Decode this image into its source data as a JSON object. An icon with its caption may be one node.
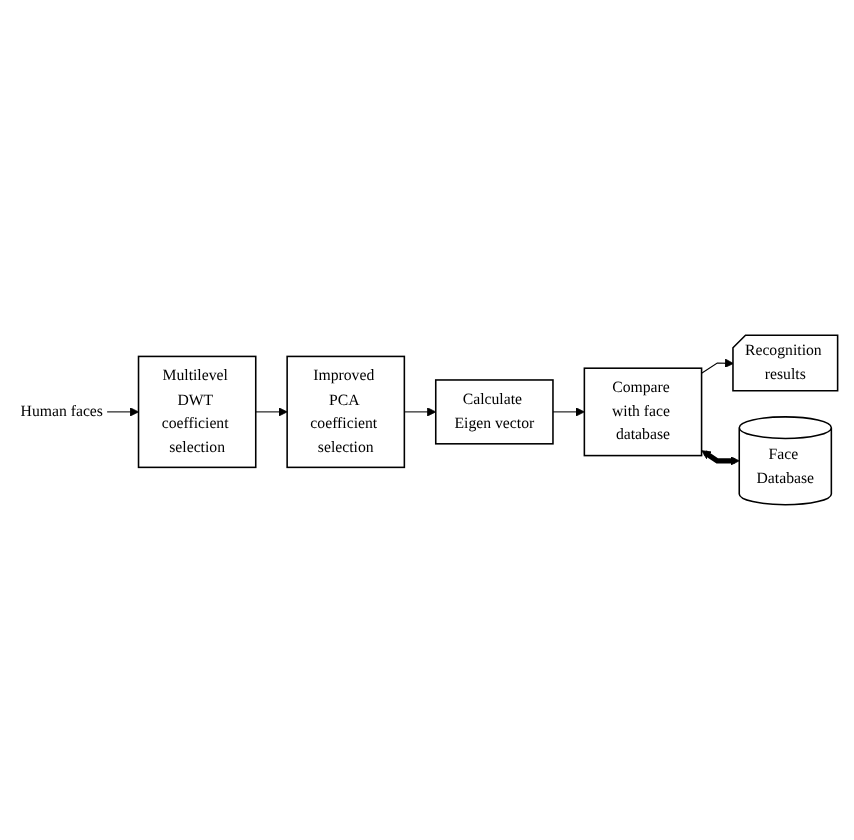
{
  "diagram": {
    "nodes": [
      {
        "text": [
          "Human faces"
        ]
      },
      {
        "text": [
          "Multilevel DWT coefficient selection"
        ]
      },
      {
        "text": [
          "Improved PCA coefficient selection"
        ]
      },
      {
        "text": [
          "Calculate Eigen vector"
        ]
      },
      {
        "text": [
          "Compare with face database"
        ]
      },
      {
        "text": [
          "Recognition results"
        ]
      },
      {
        "text": [
          "Face Database"
        ]
      }
    ],
    "edges": [
      {
        "from": 0,
        "to": 1,
        "arrow": "to"
      },
      {
        "from": 1,
        "to": 2,
        "arrow": "to"
      },
      {
        "from": 2,
        "to": 3,
        "arrow": "to"
      },
      {
        "from": 3,
        "to": 4,
        "arrow": "to"
      },
      {
        "from": 4,
        "to": 5,
        "arrow": "to"
      },
      {
        "from": 4,
        "to": 6,
        "arrow": "both",
        "style": "thick"
      }
    ]
  }
}
